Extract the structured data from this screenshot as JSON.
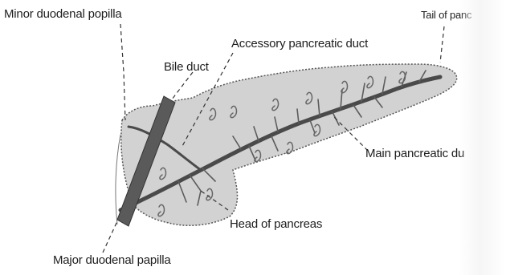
{
  "labels": {
    "minor_duodenal_papilla": "Minor duodenal popilla",
    "tail_of_pancreas": "Tail of panc",
    "accessory_pancreatic_duct": "Accessory pancreatic duct",
    "bile_duct": "Bile duct",
    "main_pancreatic_duct": "Main pancreatic du",
    "head_of_pancreas": "Head of pancreas",
    "major_duodenal_papilla": "Major duodenal papilla"
  },
  "colors": {
    "tissue": "#d2d2d2",
    "outline": "#555555",
    "duct": "#4a4a4a",
    "bile_duct": "#5a5a5a",
    "text": "#1e1e1e"
  }
}
